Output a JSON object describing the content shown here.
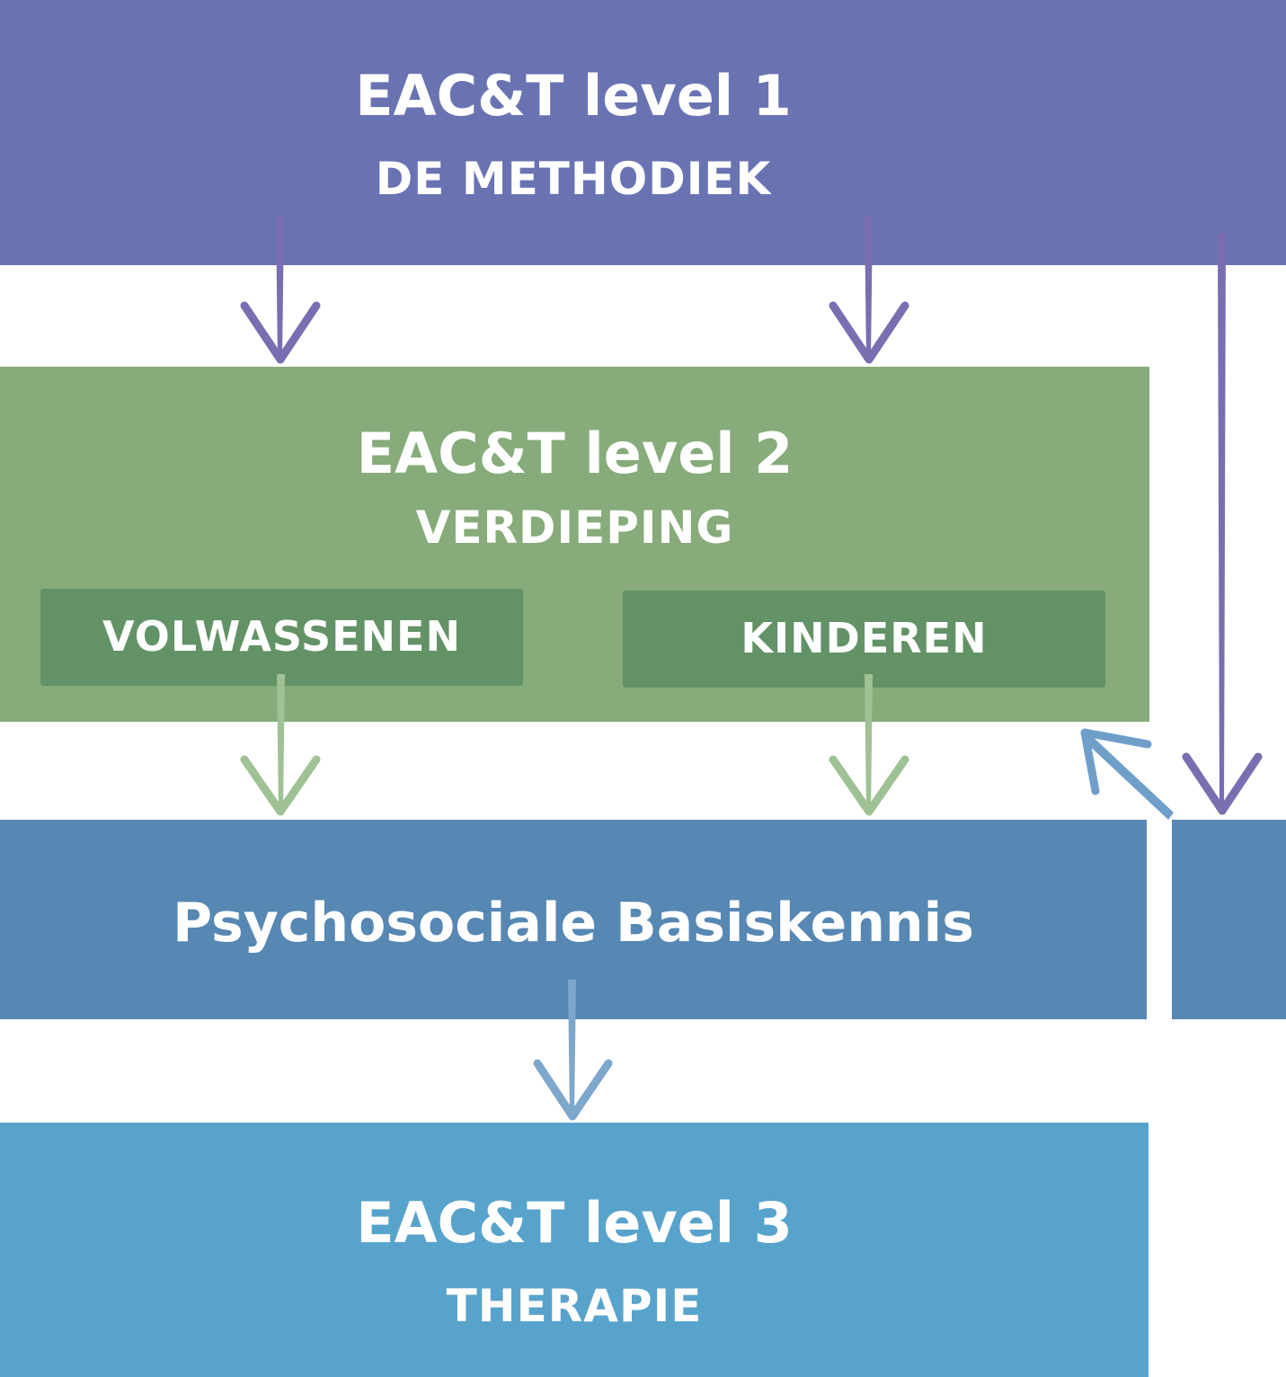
{
  "colors": {
    "level1": "#6a73b2",
    "level2": "#87ab7a",
    "level2_sub": "#629266",
    "psycho": "#5787b3",
    "level3": "#58a3cb",
    "arrow_purple": "#7a6db0",
    "arrow_green": "#a0c195",
    "arrow_blue": "#7ea7cc",
    "arrow_blue_return": "#6f9fc9"
  },
  "level1": {
    "title": "EAC&T level 1",
    "subtitle": "DE METHODIEK"
  },
  "level2": {
    "title": "EAC&T level 2",
    "subtitle": "VERDIEPING",
    "sub_left": "VOLWASSENEN",
    "sub_right": "KINDEREN"
  },
  "psycho": {
    "title": "Psychosociale Basiskennis"
  },
  "level3": {
    "title": "EAC&T level 3",
    "subtitle": "THERAPIE"
  }
}
